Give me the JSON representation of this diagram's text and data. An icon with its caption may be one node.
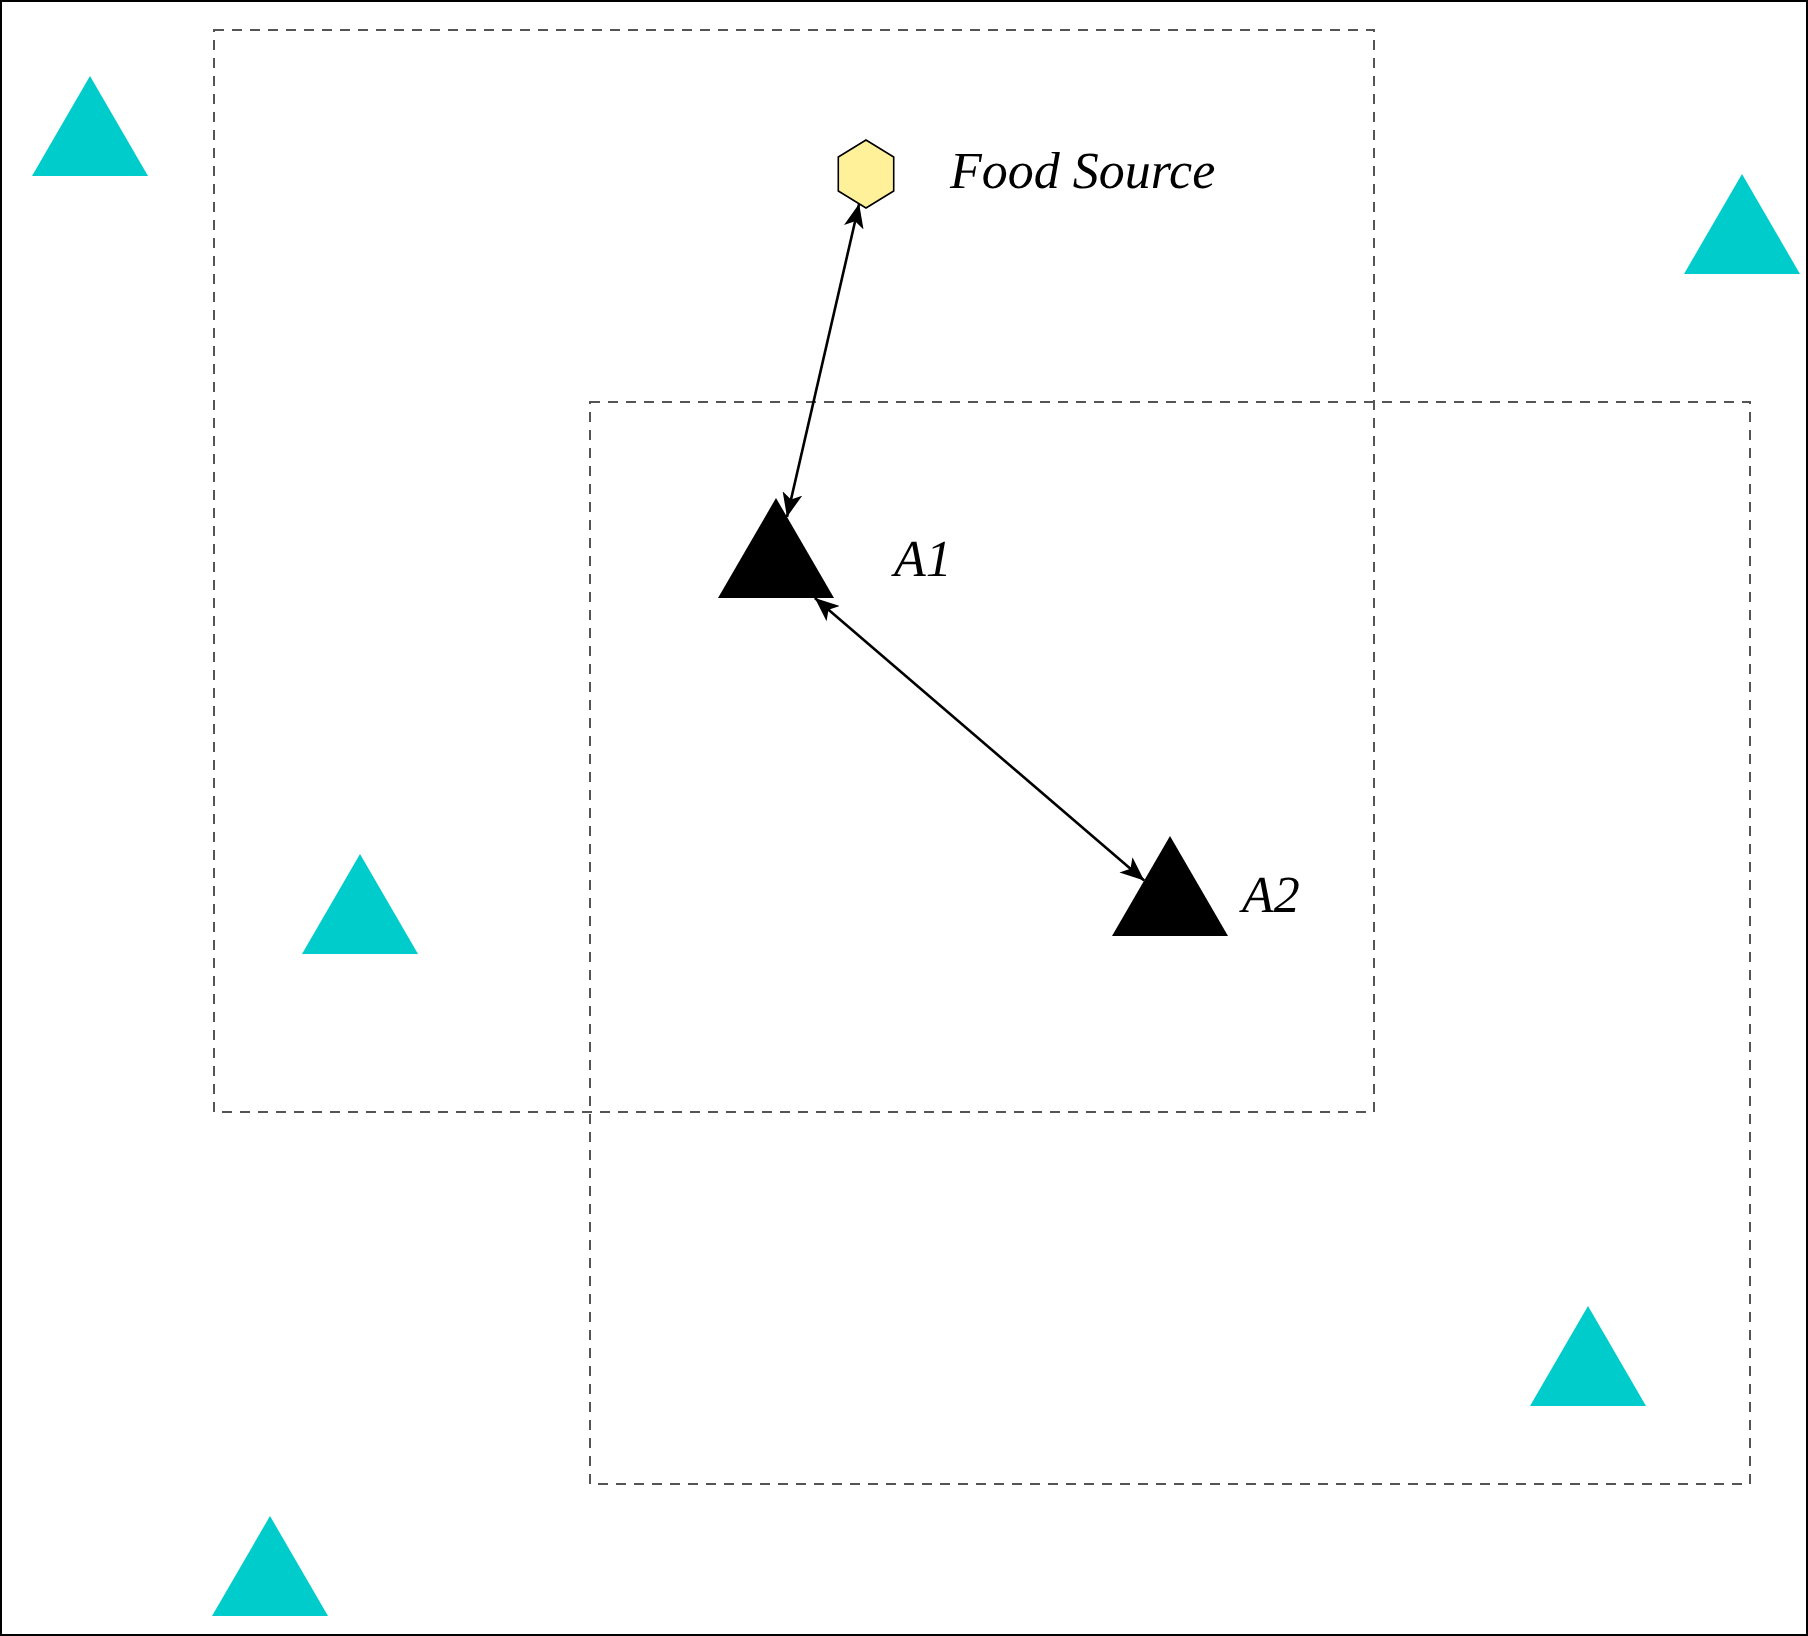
{
  "diagram": {
    "nodes": [
      {
        "text": [],
        "shape": "triangle"
      },
      {
        "text": [],
        "shape": "hexagon",
        "beside": [
          "Food Source"
        ]
      },
      {
        "text": [],
        "shape": "triangle"
      },
      {
        "text": [],
        "shape": "triangle",
        "beside": [
          "A1"
        ]
      },
      {
        "text": [],
        "shape": "triangle"
      },
      {
        "text": [],
        "shape": "triangle",
        "beside": [
          "A2"
        ]
      },
      {
        "text": [],
        "shape": "triangle"
      },
      {
        "text": [],
        "shape": "triangle"
      }
    ],
    "edges": [
      {
        "from": 1,
        "to": 3,
        "arrow": "both"
      },
      {
        "from": 3,
        "to": 5,
        "arrow": "both"
      }
    ]
  }
}
